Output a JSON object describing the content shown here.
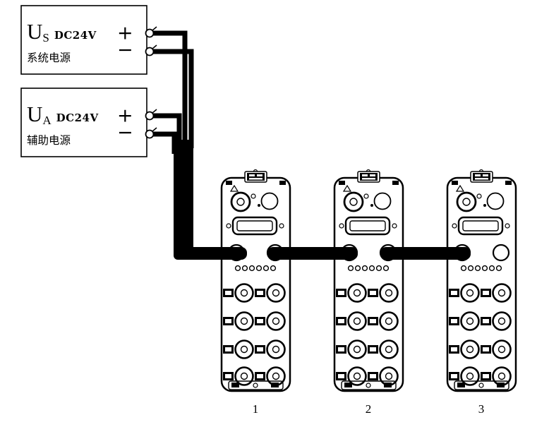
{
  "diagram": {
    "power_supplies": [
      {
        "symbol": "U",
        "subscript": "S",
        "rating": "DC24V",
        "name": "系统电源",
        "plus_label": "+",
        "minus_label": "−"
      },
      {
        "symbol": "U",
        "subscript": "A",
        "rating": "DC24V",
        "name": "辅助电源",
        "plus_label": "+",
        "minus_label": "−"
      }
    ],
    "modules": [
      {
        "number": "1"
      },
      {
        "number": "2"
      },
      {
        "number": "3"
      }
    ],
    "colors": {
      "ink": "#000000",
      "paper": "#ffffff"
    }
  }
}
